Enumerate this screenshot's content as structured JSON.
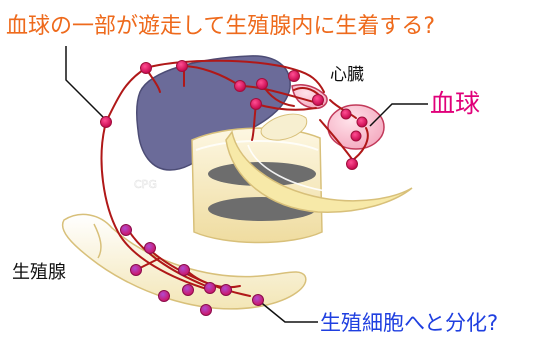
{
  "title": "血球の一部が遊走して生殖腺内に生着する?",
  "labels": {
    "heart": "心臓",
    "blood_cell": "血球",
    "gonad": "生殖腺",
    "germ_cell": "生殖細胞へと分化?",
    "watermark": "CPG"
  },
  "colors": {
    "title": "#ee6a1c",
    "blood_cell_label": "#e0007a",
    "germ_cell_label": "#1f3fe0",
    "vessel": "#b01818",
    "cell_fill": "#e0105e",
    "organ_dark": "#6b6b99",
    "organ_light": "#fbf3d6",
    "organ_yellow": "#f3e295"
  }
}
